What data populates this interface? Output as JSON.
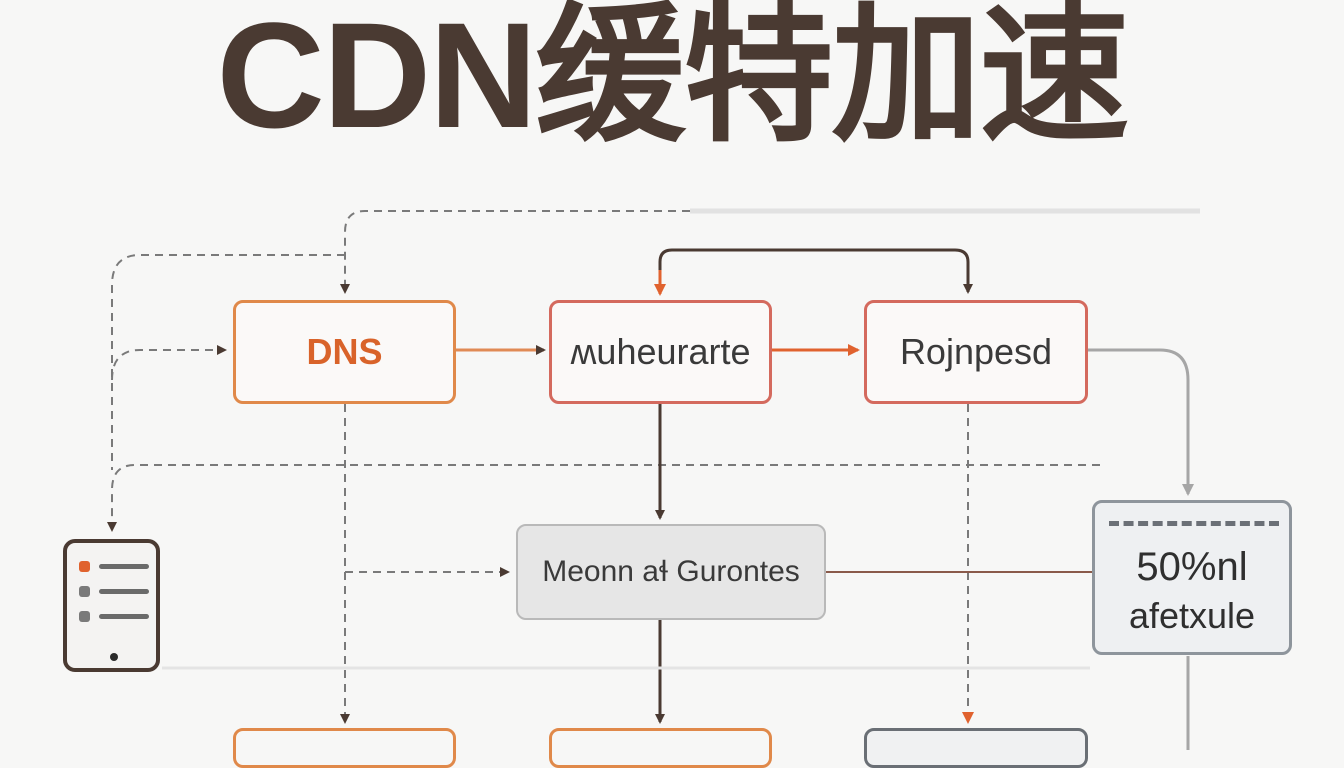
{
  "title": "CDN缓特加速",
  "nodes": {
    "dns": "DNS",
    "node_b": "ʍuheurarte",
    "node_c": "Rojnpesd",
    "node_d": "Meonn aɬ Gurontes",
    "panel_line1": "50%nl",
    "panel_line2": "afetxule"
  },
  "icons": {
    "device": "phone-list-icon",
    "panel": "server-panel-icon"
  },
  "colors": {
    "title": "#4a3a32",
    "orange": "#e0894a",
    "red": "#d46a5e",
    "dark_arrow": "#4a3a32",
    "dashed": "#7a7a7a",
    "gray_box": "#e6e6e6"
  }
}
